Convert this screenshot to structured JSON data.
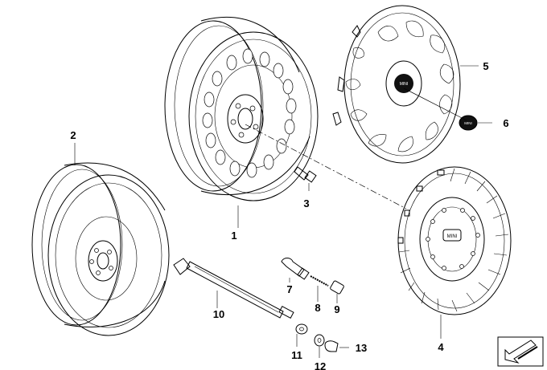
{
  "diagram": {
    "parts": [
      {
        "number": "1"
      },
      {
        "number": "2"
      },
      {
        "number": "3"
      },
      {
        "number": "4"
      },
      {
        "number": "5"
      },
      {
        "number": "6"
      },
      {
        "number": "7"
      },
      {
        "number": "8"
      },
      {
        "number": "9"
      },
      {
        "number": "10"
      },
      {
        "number": "11"
      },
      {
        "number": "12"
      },
      {
        "number": "13"
      }
    ],
    "hubcap_logo_text": "MINI",
    "emblem_logo_text": "MINI",
    "colors": {
      "line": "#000000",
      "background": "#ffffff",
      "emblem_fill": "#111111"
    },
    "corner_icon": "arrow-down-left-icon"
  }
}
